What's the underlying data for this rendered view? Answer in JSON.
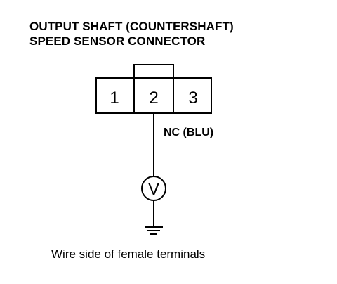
{
  "title": {
    "line1": "OUTPUT SHAFT (COUNTERSHAFT)",
    "line2": "SPEED SENSOR CONNECTOR"
  },
  "connector": {
    "pins": [
      "1",
      "2",
      "3"
    ]
  },
  "wire_label": "NC (BLU)",
  "meter_symbol": "V",
  "caption": "Wire side of female terminals"
}
